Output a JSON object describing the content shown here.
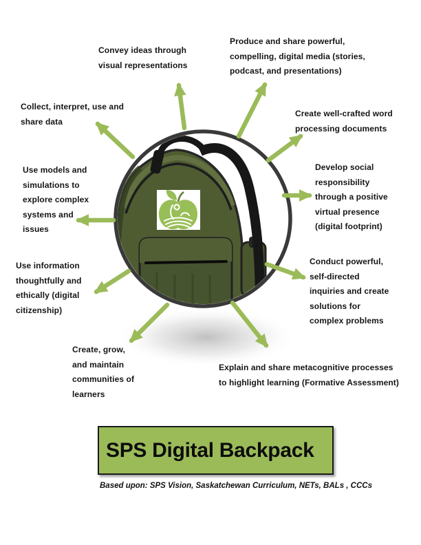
{
  "page": {
    "title_box": {
      "label": "SPS Digital Backpack",
      "bg_color": "#9bbb59"
    },
    "footer": "Based upon: SPS Vision, Saskatchewan Curriculum, NETs, BALs , CCCs",
    "center_image": {
      "description": "olive green backpack inside a dark outlined circle",
      "logo": "green-apple-with-figures-logo"
    },
    "colors": {
      "arrow_green": "#9bbb59",
      "backpack_olive": "#4f5c32",
      "circle_outline": "#3a3a3a",
      "logo_green": "#98be57"
    },
    "labels": [
      {
        "id": "convey-ideas",
        "text": "Convey ideas through\nvisual representations"
      },
      {
        "id": "produce-media",
        "text": "Produce and share powerful,\ncompelling, digital media (stories,\npodcast, and presentations)"
      },
      {
        "id": "collect-data",
        "text": "Collect, interpret, use and\nshare data"
      },
      {
        "id": "word-processing",
        "text": "Create well-crafted word\nprocessing documents"
      },
      {
        "id": "models-simulations",
        "text": "Use models and\nsimulations to\nexplore complex\nsystems and\nissues"
      },
      {
        "id": "social-responsibility",
        "text": "Develop social\nresponsibility\nthrough a positive\nvirtual presence\n(digital footprint)"
      },
      {
        "id": "digital-citizenship",
        "text": "Use information\nthoughtfully and\nethically (digital\ncitizenship)"
      },
      {
        "id": "self-directed-inquiries",
        "text": "Conduct powerful,\nself-directed\ninquiries and create\nsolutions for\ncomplex problems"
      },
      {
        "id": "communities-of-learners",
        "text": "Create, grow,\nand maintain\ncommunities of\nlearners"
      },
      {
        "id": "metacognitive-processes",
        "text": "Explain and share metacognitive processes\nto highlight learning (Formative Assessment)"
      }
    ]
  }
}
